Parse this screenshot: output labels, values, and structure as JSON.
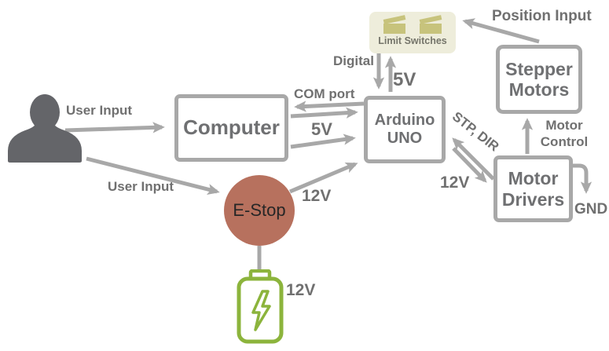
{
  "nodes": {
    "computer": {
      "label": "Computer"
    },
    "arduino": {
      "line1": "Arduino",
      "line2": "UNO"
    },
    "limit_switches": {
      "label": "Limit Switches",
      "icon": "limit-switch-icon"
    },
    "stepper_motors": {
      "line1": "Stepper",
      "line2": "Motors"
    },
    "motor_drivers": {
      "line1": "Motor",
      "line2": "Drivers"
    },
    "estop": {
      "label": "E-Stop"
    },
    "person": {
      "icon": "person-silhouette-icon"
    },
    "battery": {
      "icon": "battery-lightning-icon"
    }
  },
  "edge_labels": {
    "user_input_top": "User Input",
    "user_input_bottom": "User Input",
    "com_port": "COM port",
    "five_v_serial": "5V",
    "digital": "Digital",
    "five_v_switches": "5V",
    "position_input": "Position Input",
    "stp_dir": "STP, DIR",
    "twelve_v_arduino": "12V",
    "twelve_v_drivers": "12V",
    "twelve_v_battery": "12V",
    "motor_control_line1": "Motor",
    "motor_control_line2": "Control",
    "gnd": "GND"
  },
  "colors": {
    "arrow_gray": "#a8a8a8",
    "box_border_gray": "#a8a8a8",
    "box_text_gray": "#6f7072",
    "label_gray": "#707070",
    "estop_fill": "#b7715e",
    "estop_text": "#262626",
    "battery_green": "#8cb43c",
    "limit_box_bg": "#eeeddb",
    "limit_switch_icon": "#c7c37c",
    "person_gray": "#646569"
  }
}
